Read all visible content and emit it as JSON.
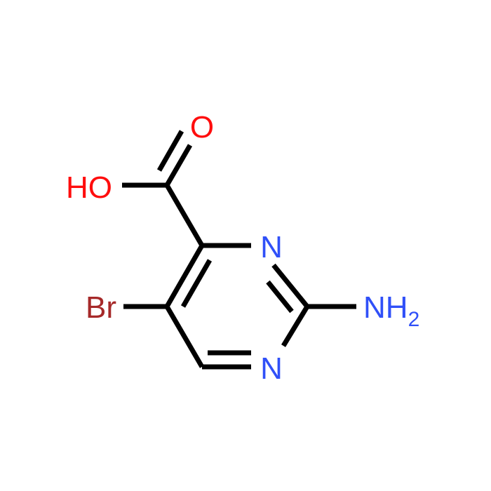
{
  "structure": {
    "atoms": {
      "oxygen_carbonyl": {
        "text": "O",
        "color": "#ff0d0d"
      },
      "hydroxyl": {
        "text": "HO",
        "color": "#ff0d0d"
      },
      "nitrogen_ring_top": {
        "text": "N",
        "color": "#3050f8"
      },
      "nitrogen_ring_bottom": {
        "text": "N",
        "color": "#3050f8"
      },
      "bromine": {
        "text": "Br",
        "color": "#a62929"
      },
      "amino": {
        "text": "NH",
        "subscript": "2",
        "color": "#3050f8"
      }
    },
    "bond_color": "#000000"
  }
}
